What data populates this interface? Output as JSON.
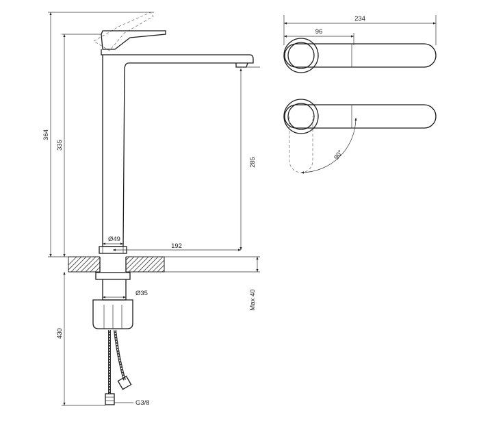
{
  "dimensions": {
    "overall_height": "364",
    "spout_height": "335",
    "outlet_height": "285",
    "base_diameter": "Ø49",
    "spout_reach": "192",
    "top_total_width": "234",
    "top_handle_width": "96",
    "rotation_angle": "90°",
    "shank_diameter": "Ø35",
    "max_deck_thickness": "Max 40",
    "hose_length": "430",
    "hose_thread": "G3/8"
  }
}
